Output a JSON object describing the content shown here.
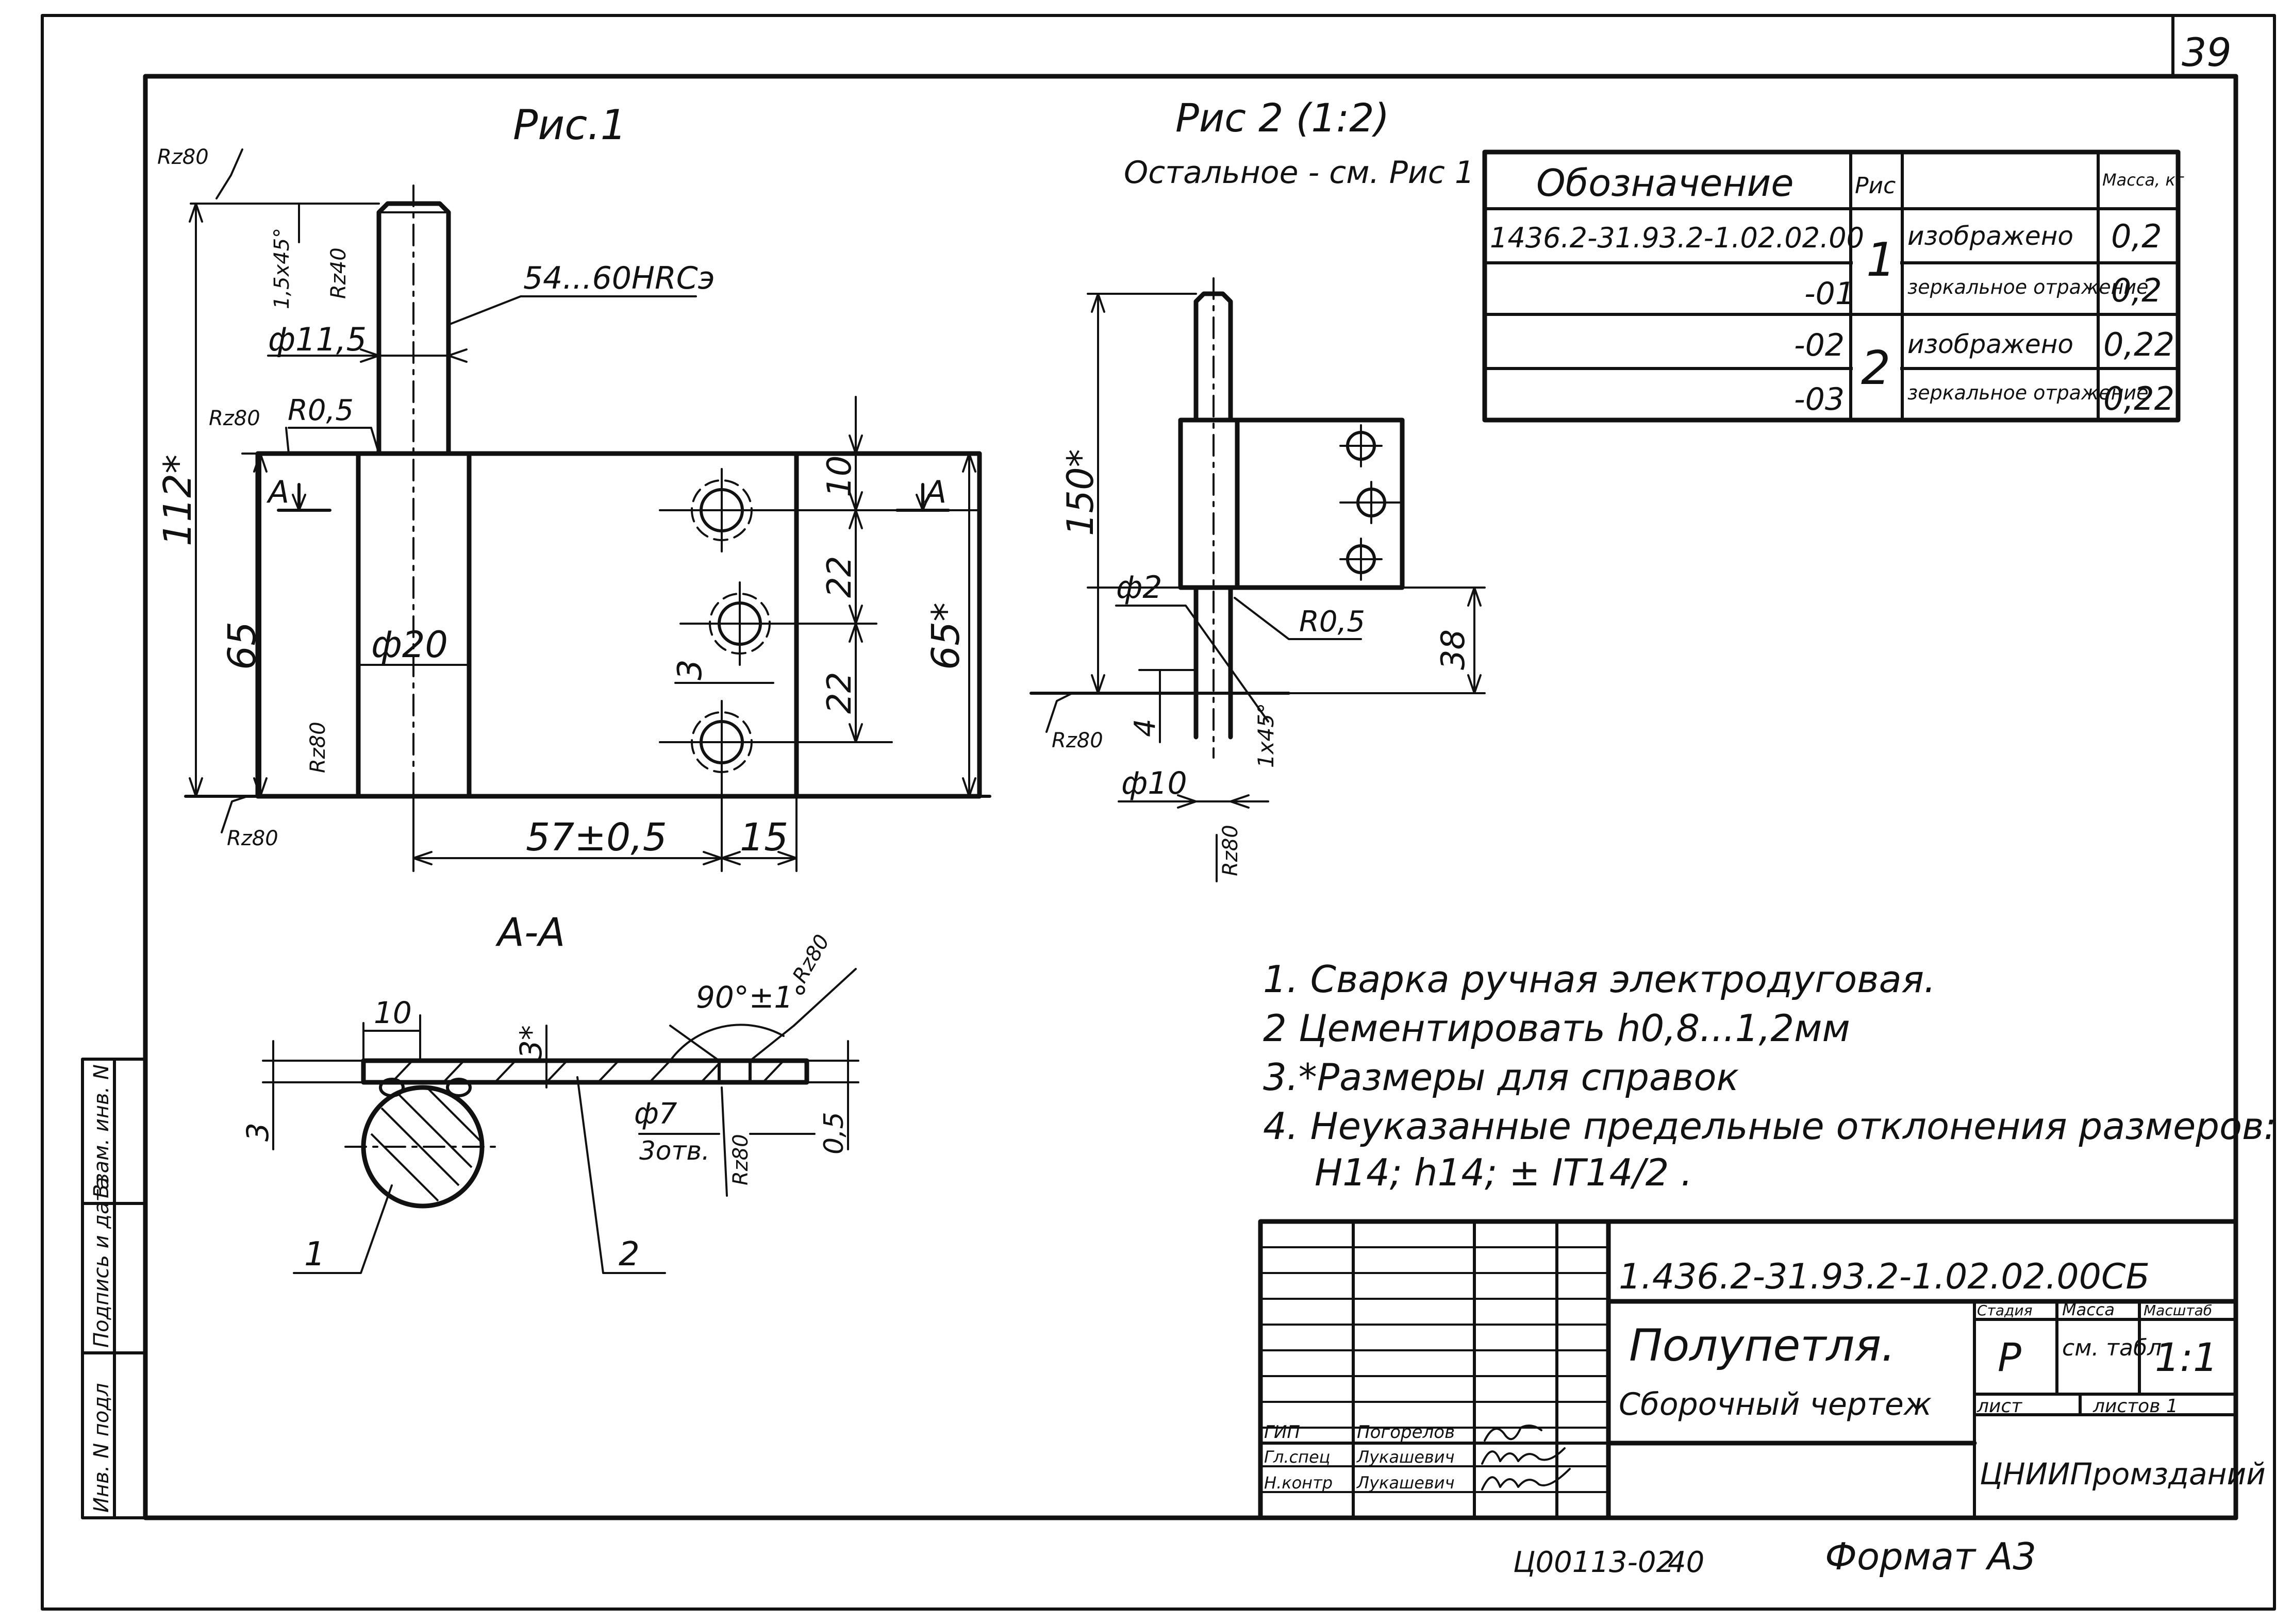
{
  "page_number": "39",
  "views": {
    "fig1_title": "Рис.1",
    "fig2_title": "Рис 2 (1:2)",
    "fig2_note": "Остальное - см. Рис 1",
    "section_title": "А-А",
    "section_mark": "А"
  },
  "fig1_dims": {
    "roughness_top": "Rz80",
    "chamfer": "1,5х45°",
    "roughness_pin": "Rz40",
    "hardness": "54...60HRCэ",
    "pin_diameter": "ф11,5",
    "roughness_corner": "Rz80",
    "radius": "R0,5",
    "total_height": "112*",
    "plate_height": "65",
    "bore_diameter": "ф20",
    "roughness_side": "Rz80",
    "roughness_bottom": "Rz80",
    "hole_pitch_top": "10",
    "hole_pitch_1": "22",
    "hole_pitch_2": "22",
    "plate_height_ref": "65*",
    "hole_gap": "3",
    "offset": "57±0,5",
    "edge": "15"
  },
  "fig2_dims": {
    "total_height": "150*",
    "diameter_small": "ф2",
    "radius": "R0,5",
    "weld_height": "38",
    "step": "4",
    "chamfer": "1х45°",
    "roughness_left": "Rz80",
    "diameter": "ф10",
    "roughness_bottom": "Rz80"
  },
  "section_dims": {
    "width": "10",
    "thickness_ref": "3*",
    "angle": "90°±1°",
    "roughness_top": "Rz80",
    "thickness": "3",
    "hole": "ф7",
    "hole_count": "3отв.",
    "roughness_bottom": "Rz80",
    "gap": "0,5",
    "callout_1": "1",
    "callout_2": "2"
  },
  "spec_table": {
    "headers": [
      "Обозначение",
      "Рис",
      "",
      "Масса, кг"
    ],
    "rows": [
      [
        "1436.2-31.93.2-1.02.02.00",
        "1",
        "изображено",
        "0,2"
      ],
      [
        "-01",
        "",
        "зеркальное отражение",
        "0,2"
      ],
      [
        "-02",
        "2",
        "изображено",
        "0,22"
      ],
      [
        "-03",
        "",
        "зеркальное отражение",
        "0,22"
      ]
    ]
  },
  "notes": [
    "1. Сварка ручная электродуговая.",
    "2 Цементировать h0,8...1,2мм",
    "3.*Размеры для справок",
    "4. Неуказанные предельные отклонения размеров:",
    "H14; h14; ± IT14/2 ."
  ],
  "title_block": {
    "designation": "1.436.2-31.93.2-1.02.02.00СБ",
    "name": "Полупетля.",
    "doc_type": "Сборочный чертеж",
    "stage_label": "Стадия",
    "mass_label": "Масса",
    "scale_label": "Масштаб",
    "stage": "Р",
    "mass": "см. табл",
    "scale": "1:1",
    "sheet_label": "лист",
    "sheets_label": "листов 1",
    "org": "ЦНИИПромзданий",
    "roles": [
      {
        "role": "ГИП",
        "name": "Погорелов"
      },
      {
        "role": "Гл.спец",
        "name": "Лукашевич"
      },
      {
        "role": "Н.контр",
        "name": "Лукашевич"
      }
    ]
  },
  "side_stamp": [
    "Инв. N подл",
    "Подпись и дата",
    "Взам. инв. N"
  ],
  "footer": {
    "code": "Ц00113-02",
    "number": "40",
    "format": "Формат А3"
  }
}
